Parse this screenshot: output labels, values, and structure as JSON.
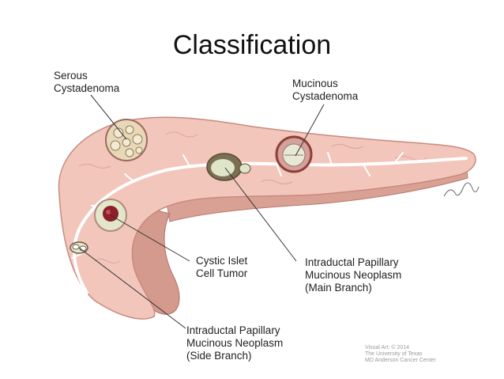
{
  "title": "Classification",
  "labels": {
    "serous": [
      "Serous",
      "Cystadenoma"
    ],
    "mucinous": [
      "Mucinous",
      "Cystadenoma"
    ],
    "islet": [
      "Cystic Islet",
      "Cell Tumor"
    ],
    "ipmn_main": [
      "Intraductal Papillary",
      "Mucinous Neoplasm",
      "(Main Branch)"
    ],
    "ipmn_side": [
      "Intraductal Papillary",
      "Mucinous Neoplasm",
      "(Side Branch)"
    ]
  },
  "credit": [
    "Visual Art: © 2014",
    "The University of Texas",
    "MD Anderson Cancer Center"
  ],
  "colors": {
    "tissue": "#f2c6bb",
    "tissue_edge": "#c98a80",
    "lobule": "#dba59a",
    "duct": "#ffffff"
  }
}
